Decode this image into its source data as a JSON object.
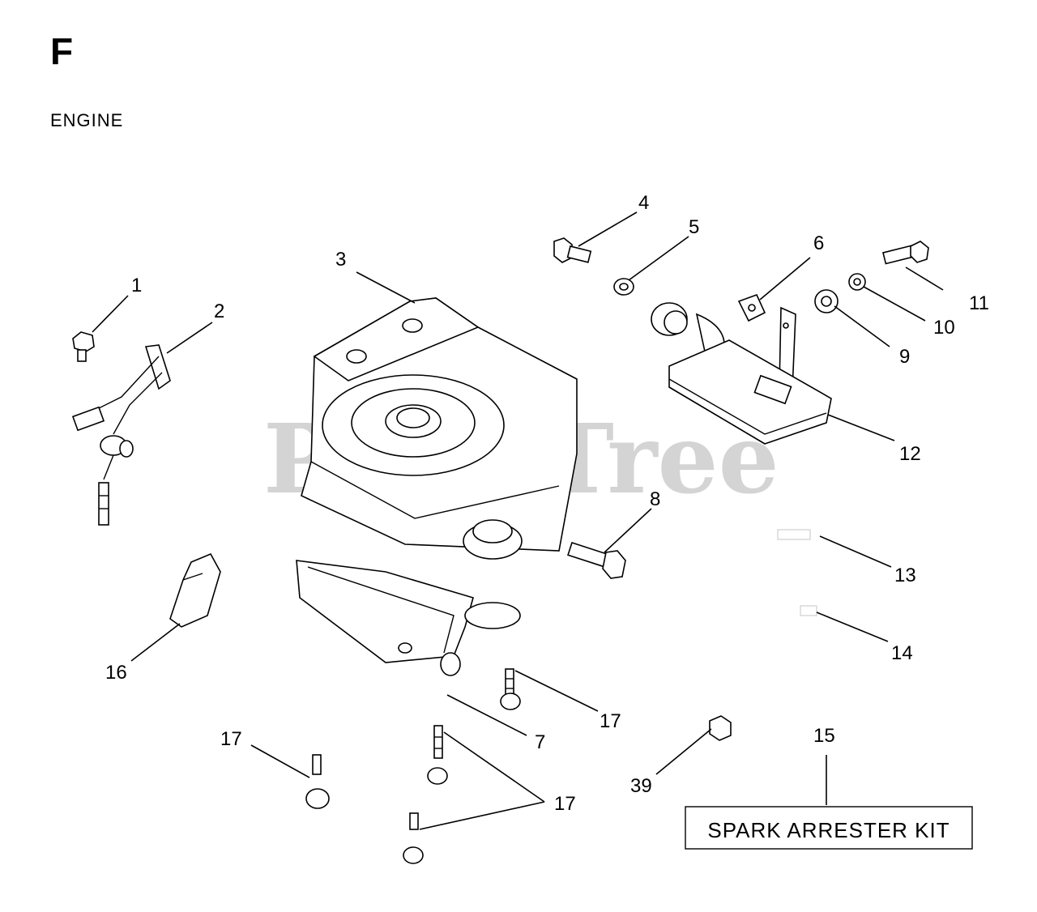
{
  "header": {
    "section_letter": "F",
    "section_title": "ENGINE"
  },
  "watermark": "PartsTree",
  "kit_box": {
    "label": "SPARK ARRESTER KIT"
  },
  "callouts": {
    "c1": "1",
    "c2": "2",
    "c3": "3",
    "c4": "4",
    "c5": "5",
    "c6": "6",
    "c7": "7",
    "c8": "8",
    "c9": "9",
    "c10": "10",
    "c11": "11",
    "c12": "12",
    "c13": "13",
    "c14": "14",
    "c15": "15",
    "c16": "16",
    "c17a": "17",
    "c17b": "17",
    "c17c": "17",
    "c39": "39"
  }
}
